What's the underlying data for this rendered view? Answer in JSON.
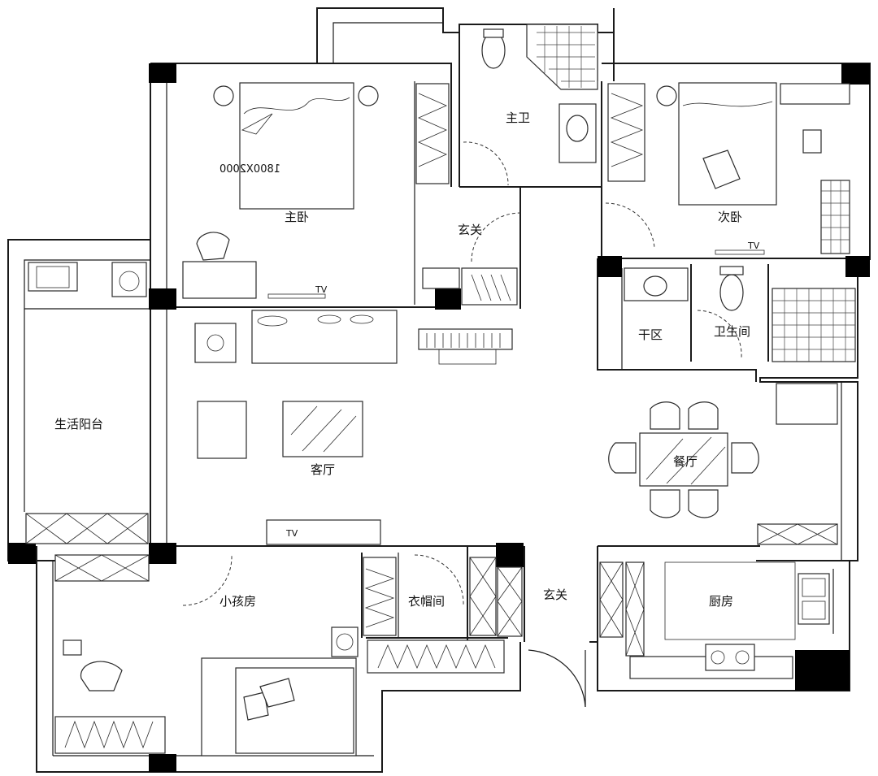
{
  "rooms": {
    "master_bedroom": "主卧",
    "master_bath": "主卫",
    "entry_top": "玄关",
    "second_bedroom": "次卧",
    "dry_zone": "干区",
    "bathroom": "卫生间",
    "utility_balcony": "生活阳台",
    "living_room": "客厅",
    "dining_room": "餐厅",
    "kids_room": "小孩房",
    "cloakroom": "衣帽间",
    "entry_bottom": "玄关",
    "kitchen": "厨房"
  },
  "fixtures": {
    "bed_size": "1800X2000",
    "tv_master": "TV",
    "tv_second": "TV",
    "tv_living": "TV"
  },
  "colors": {
    "wall": "#1a1a1a",
    "pillar": "#000000",
    "background": "#ffffff"
  }
}
